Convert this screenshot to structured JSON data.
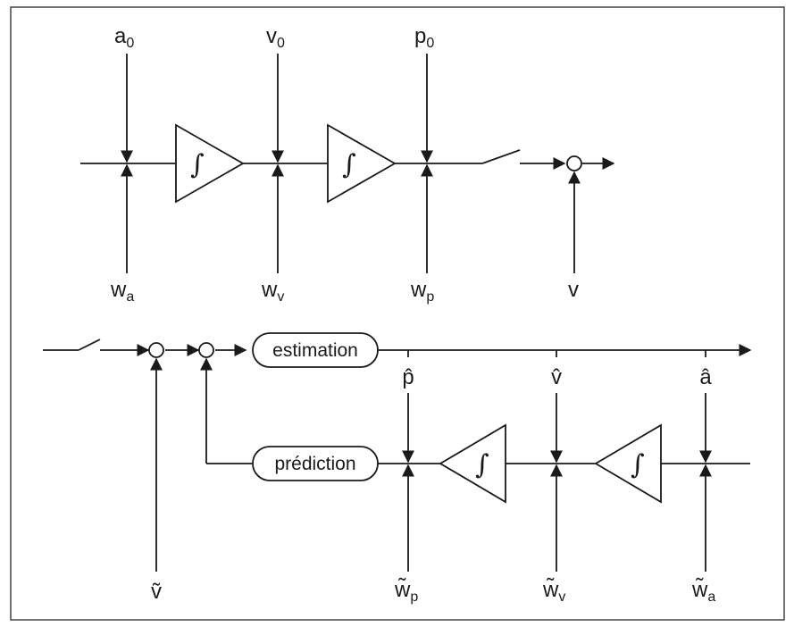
{
  "top": {
    "inputs": [
      {
        "base": "a",
        "sub": "0"
      },
      {
        "base": "v",
        "sub": "0"
      },
      {
        "base": "p",
        "sub": "0"
      }
    ],
    "noises": [
      {
        "base": "w",
        "sub": "a"
      },
      {
        "base": "w",
        "sub": "v"
      },
      {
        "base": "w",
        "sub": "p"
      }
    ],
    "measurement_noise": "v",
    "integrator_symbol": "∫"
  },
  "bottom": {
    "estimation_label": "estimation",
    "prediction_label": "prédiction",
    "estimates": [
      "p̂",
      "v̂",
      "â"
    ],
    "noise_input": "ṽ",
    "noises": [
      {
        "base": "w̃",
        "sub": "p"
      },
      {
        "base": "w̃",
        "sub": "v"
      },
      {
        "base": "w̃",
        "sub": "a"
      }
    ],
    "integrator_symbol": "∫"
  }
}
